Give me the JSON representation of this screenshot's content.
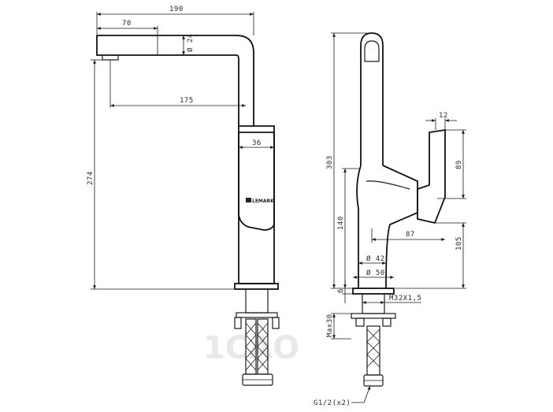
{
  "drawing": {
    "logo": "LEMARK",
    "watermark": "1CAO",
    "dimensions": {
      "d190": "190",
      "d70": "70",
      "d24": "Ø 24",
      "d175": "175",
      "d36": "36",
      "d274": "274",
      "d303": "303",
      "d12": "12",
      "d89": "89",
      "d140": "140",
      "d87": "87",
      "d105": "105",
      "d42": "Ø 42",
      "d50": "Ø 50",
      "d6": "6",
      "dm32": "M32X1,5",
      "dmax30": "Max30",
      "dg12": "G1/2(x2)"
    }
  }
}
